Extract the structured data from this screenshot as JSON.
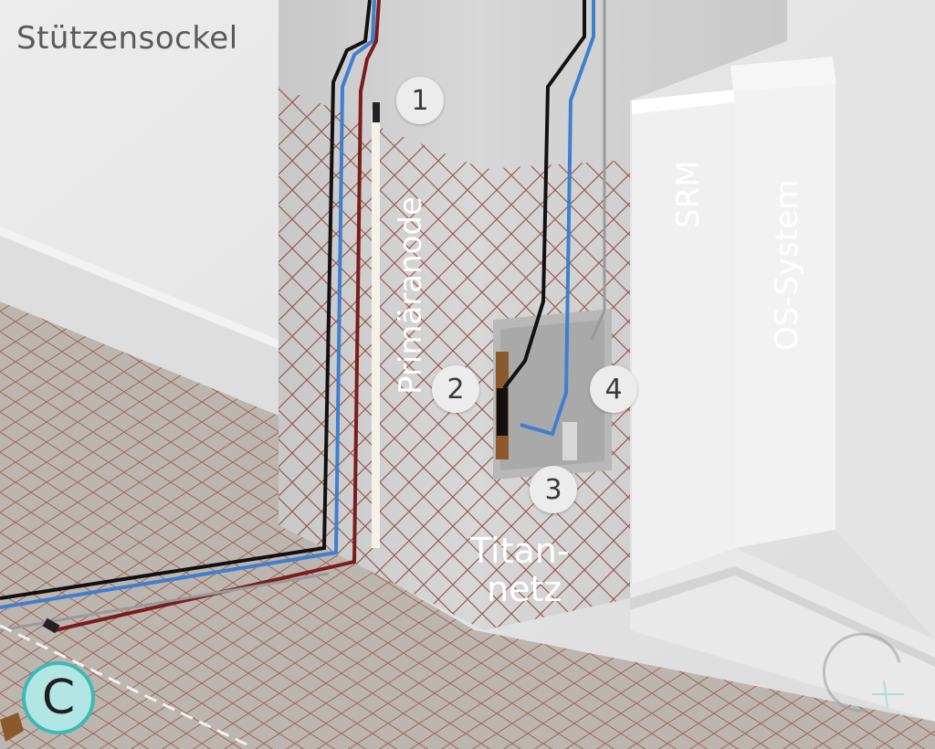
{
  "labels": {
    "title": "Stützensockel",
    "primaeranode": "Primäranode",
    "srm": "SRM",
    "os_system": "OS-System",
    "titan_line1": "Titan-",
    "titan_line2": "netz",
    "badge": "C"
  },
  "markers": [
    "1",
    "2",
    "3",
    "4"
  ],
  "colors": {
    "wall": "#e6e6e6",
    "floor": "#b9b1ac",
    "mesh": "#8a3a2a",
    "concrete": "#cfcfcf",
    "cable_black": "#111111",
    "cable_blue": "#3f7fd0",
    "cable_red": "#7a1c1c",
    "cable_gray": "#9a9a9a",
    "badge_fill": "#b2e6e4",
    "badge_ring": "#3fb9b3"
  }
}
